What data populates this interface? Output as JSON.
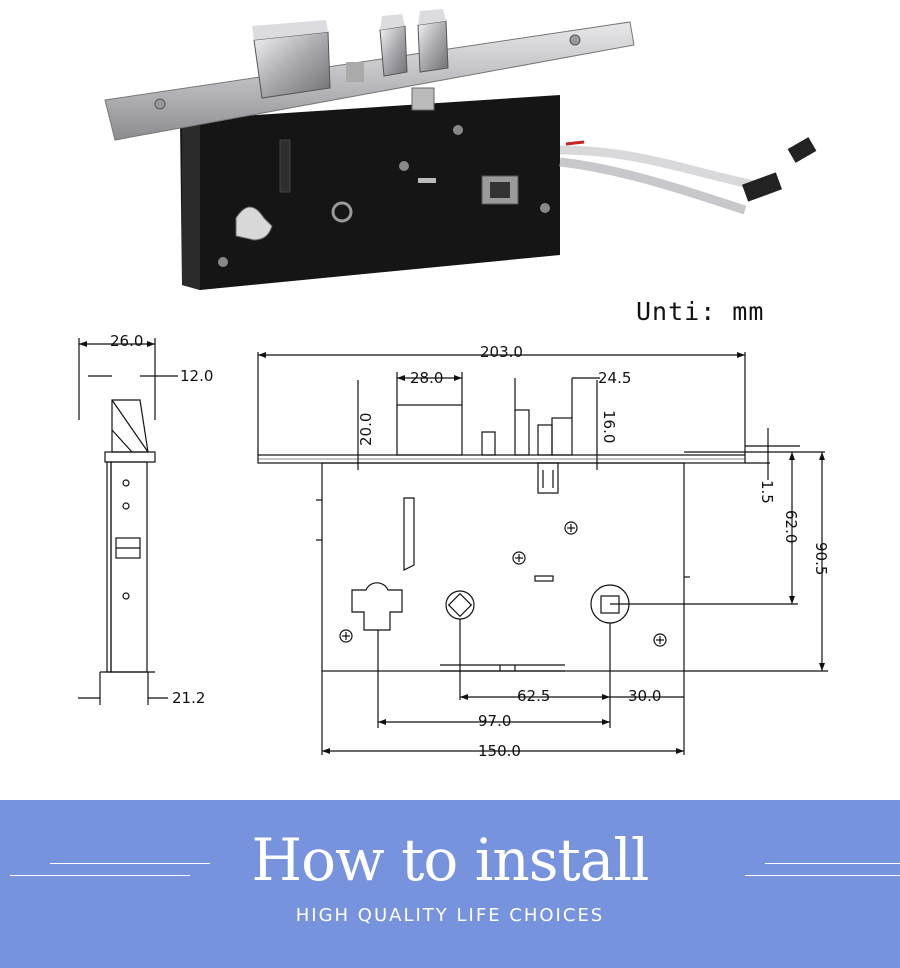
{
  "unit_label": "Unti: mm",
  "dimensions": {
    "side_width": "26.0",
    "side_bolt": "12.0",
    "side_depth": "21.2",
    "total_length": "203.0",
    "latch_width": "28.0",
    "latch_height": "20.0",
    "deadbolt_width": "24.5",
    "deadbolt_height": "16.0",
    "plate_thickness": "1.5",
    "spindle_offset": "62.0",
    "body_height": "90.5",
    "center_distance": "62.5",
    "backset": "30.0",
    "cylinder_distance": "97.0",
    "body_length": "150.0"
  },
  "banner": {
    "title": "How to install",
    "subtitle": "HIGH QUALITY LIFE CHOICES",
    "color": "#7793dd"
  }
}
